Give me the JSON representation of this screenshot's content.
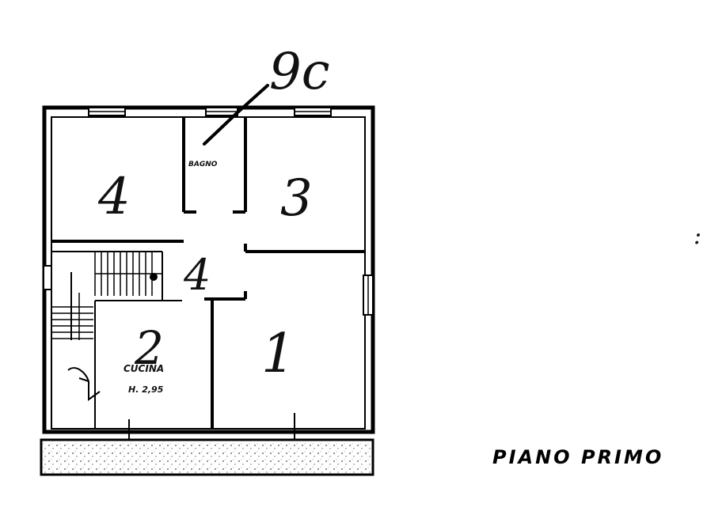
{
  "plan": {
    "caption": "PIANO PRIMO",
    "rooms": {
      "room_1": {
        "number": "1"
      },
      "room_2": {
        "number": "2",
        "label_line1": "CUCINA",
        "label_line2": "H. 2,95"
      },
      "room_3": {
        "number": "3"
      },
      "room_4": {
        "number": "4"
      },
      "bathroom": {
        "label": "BAGNO"
      },
      "hall": {
        "number": "4"
      }
    },
    "annotation_top": "9c",
    "side_mark": ":"
  }
}
